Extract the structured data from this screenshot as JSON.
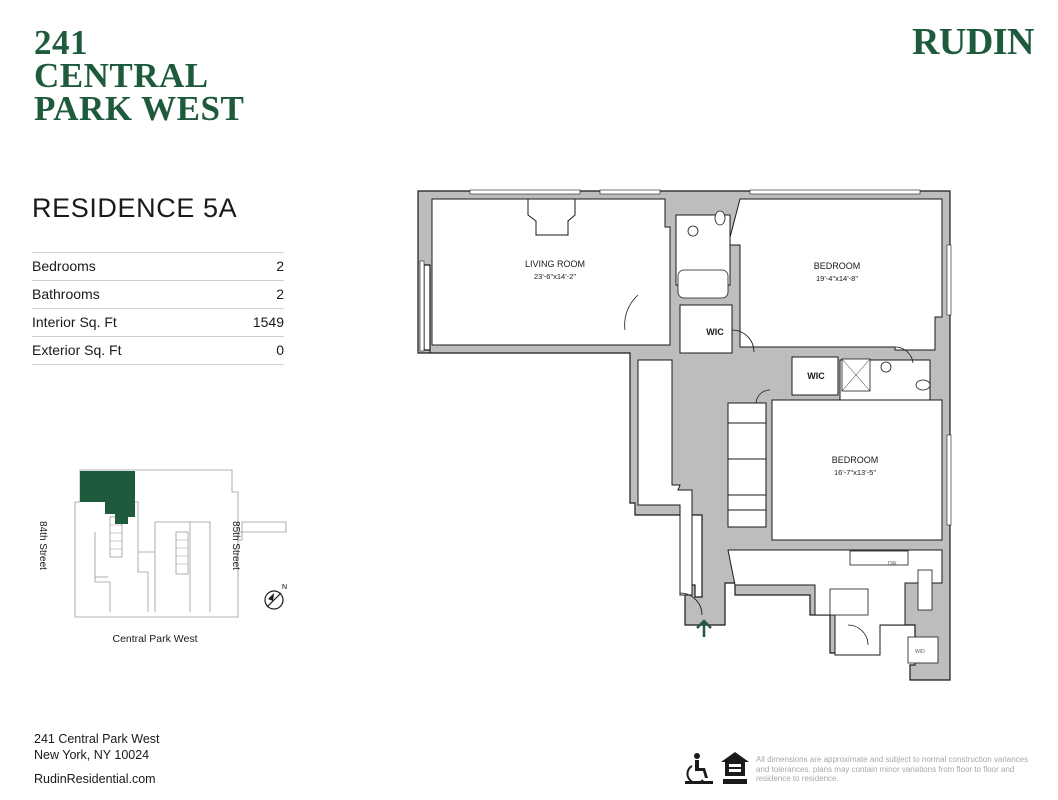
{
  "building": {
    "number": "241",
    "line1": "CENTRAL",
    "line2": "PARK WEST"
  },
  "logo": "RUDIN",
  "residence": {
    "title": "RESIDENCE 5A"
  },
  "specs": [
    {
      "label": "Bedrooms",
      "value": "2"
    },
    {
      "label": "Bathrooms",
      "value": "2"
    },
    {
      "label": "Interior Sq. Ft",
      "value": "1549"
    },
    {
      "label": "Exterior Sq. Ft",
      "value": "0"
    }
  ],
  "keyplan": {
    "street_left": "84th Street",
    "street_right": "85th Street",
    "street_bottom": "Central Park West",
    "north": "N"
  },
  "floorplan": {
    "rooms": {
      "living": {
        "name": "LIVING ROOM",
        "dims": "23'-6\"x14'-2\""
      },
      "bedroom1": {
        "name": "BEDROOM",
        "dims": "19'-4\"x14'-8\""
      },
      "bedroom2": {
        "name": "BEDROOM",
        "dims": "16'-7\"x13'-5\""
      },
      "wic1": "WIC",
      "wic2": "WIC",
      "dw": "DW",
      "wd": "W/D"
    }
  },
  "footer": {
    "address_line1": "241 Central Park West",
    "address_line2": "New York, NY 10024",
    "website": "RudinResidential.com",
    "disclaimer": "All dimensions are approximate and subject to normal construction variances and tolerances. plans may contain minor variations from floor to floor and residence to residence."
  },
  "colors": {
    "brand_green": "#1e5a3c",
    "wall_gray": "#bdbdbd",
    "highlight_green": "#1e5a3c"
  },
  "icons": [
    "accessibility-icon",
    "equal-housing-icon",
    "north-arrow-icon",
    "entry-arrow-icon"
  ]
}
